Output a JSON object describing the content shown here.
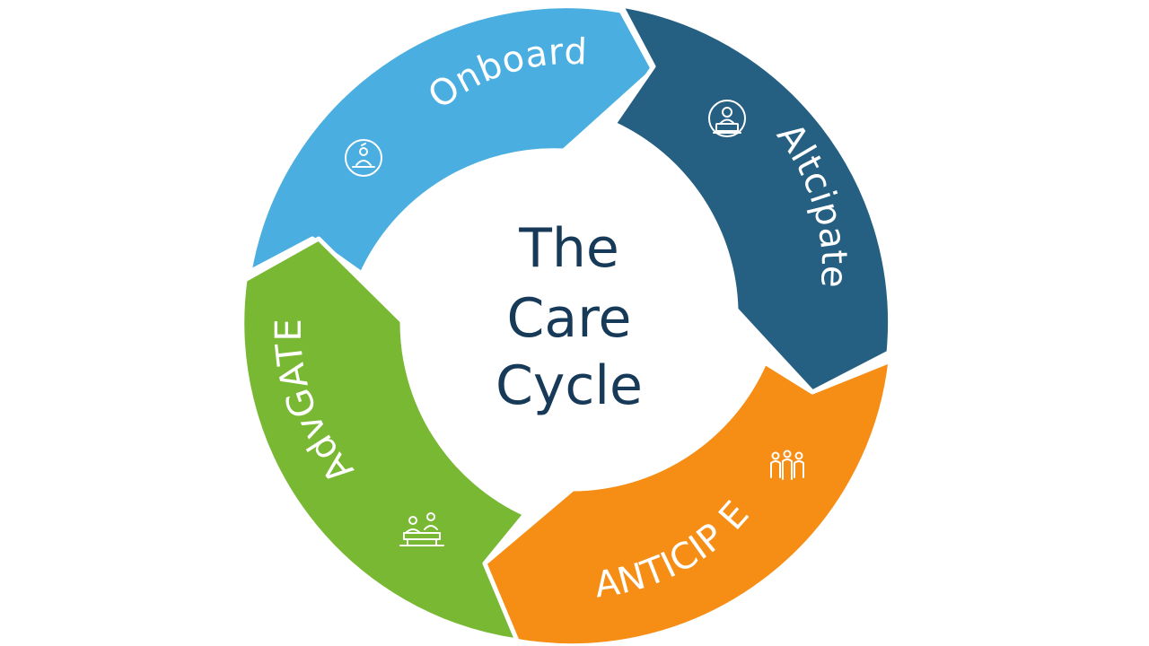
{
  "diagram": {
    "center": {
      "lines": [
        "The",
        "Care",
        "Cycle"
      ]
    },
    "segments": [
      {
        "key": "top",
        "label": "Onboard",
        "color": "#4aaee0",
        "icon": "person-at-desk-icon"
      },
      {
        "key": "right",
        "label": "Altcipate",
        "color": "#255f82",
        "icon": "person-at-laptop-icon"
      },
      {
        "key": "bottom",
        "label": "ANTICIP E",
        "color": "#f68d14",
        "icon": "group-of-people-icon"
      },
      {
        "key": "left",
        "label": "AdvGATE",
        "color": "#78b833",
        "icon": "people-at-table-icon"
      }
    ]
  }
}
